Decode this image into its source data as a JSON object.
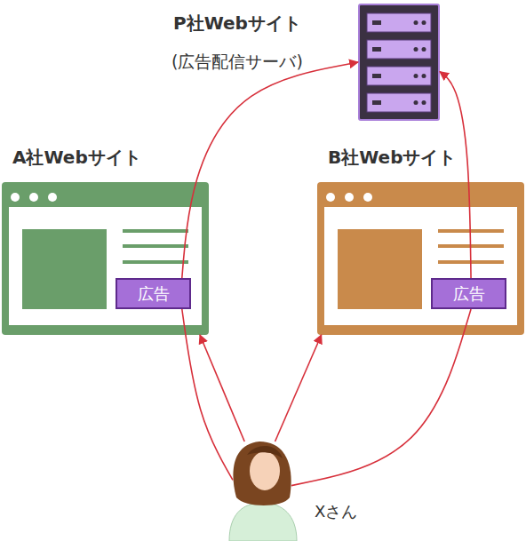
{
  "diagram": {
    "nodes": [
      {
        "text": [
          "P社Webサイト",
          "(広告配信サーバ)"
        ]
      },
      {
        "text": [
          "A社Webサイト"
        ]
      },
      {
        "text": [
          "広告"
        ],
        "in": 1
      },
      {
        "text": [
          "B社Webサイト"
        ]
      },
      {
        "text": [
          "広告"
        ],
        "in": 3
      },
      {
        "text": [
          "Xさん"
        ]
      }
    ],
    "edges": [
      {
        "from": 5,
        "to": 1,
        "arrow": "to"
      },
      {
        "from": 5,
        "to": 3,
        "arrow": "to"
      },
      {
        "from": 5,
        "to": 2,
        "arrow": "none"
      },
      {
        "from": 2,
        "to": 0,
        "arrow": "to"
      },
      {
        "from": 5,
        "to": 4,
        "arrow": "none"
      },
      {
        "from": 4,
        "to": 0,
        "arrow": "to"
      }
    ]
  }
}
